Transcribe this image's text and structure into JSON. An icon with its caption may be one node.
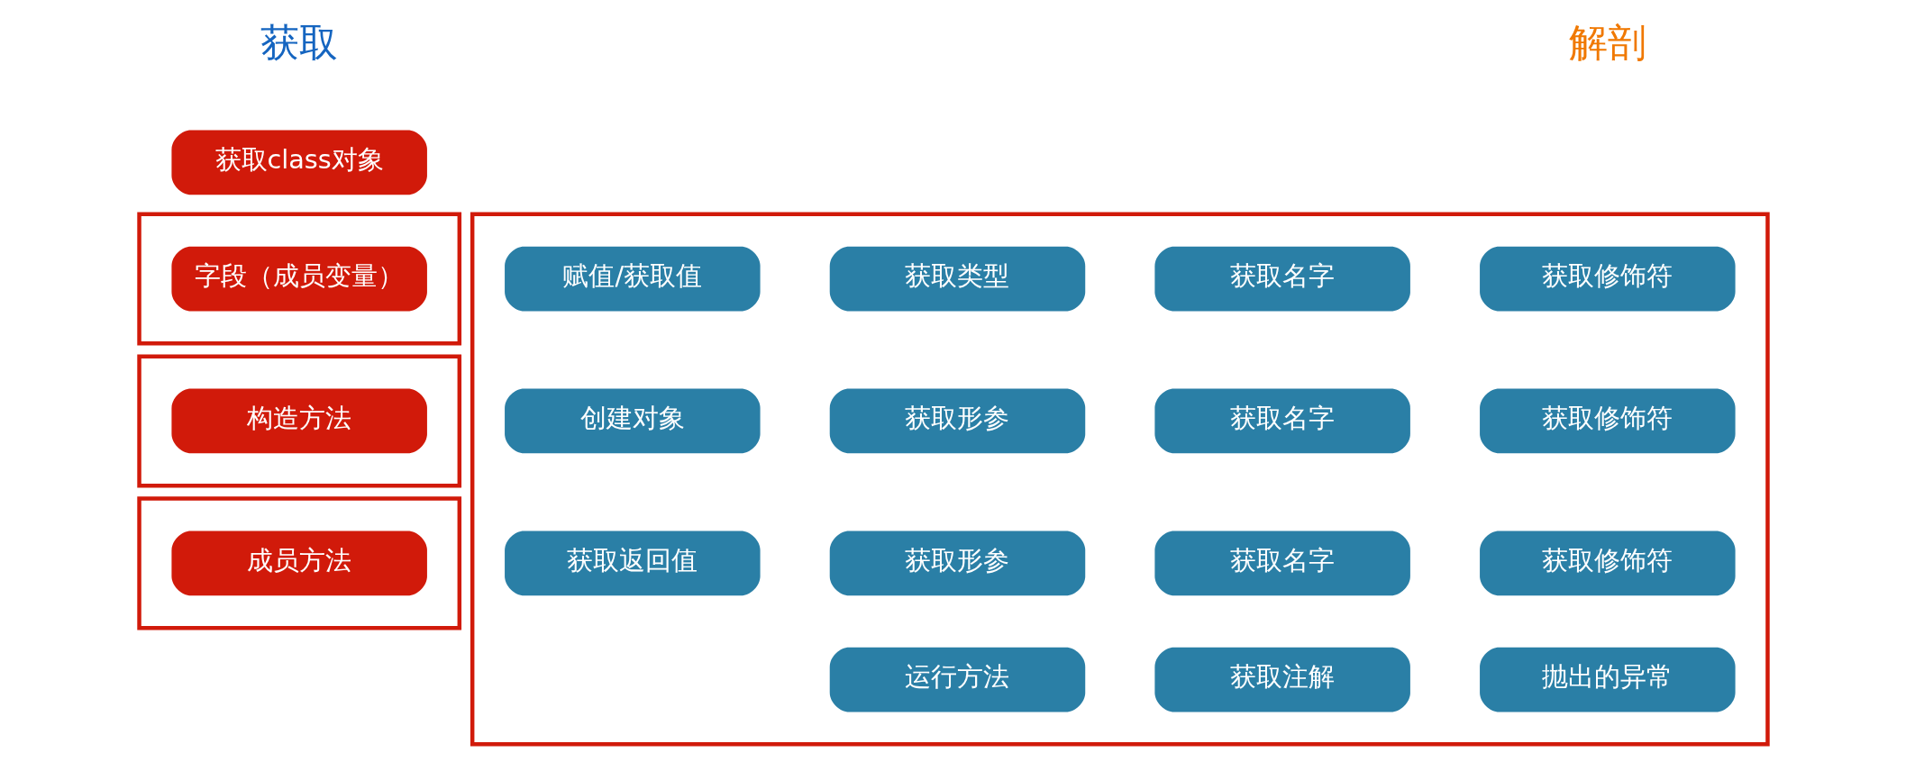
{
  "diagram": {
    "nodes": [
      {
        "text": [
          "获取class对象"
        ]
      },
      {
        "text": [],
        "shape": "box"
      },
      {
        "text": [
          "字段（成员变量）"
        ],
        "in": 1
      },
      {
        "text": [],
        "shape": "box"
      },
      {
        "text": [
          "构造方法"
        ],
        "in": 3
      },
      {
        "text": [],
        "shape": "box"
      },
      {
        "text": [
          "成员方法"
        ],
        "in": 5
      },
      {
        "text": [],
        "shape": "box"
      },
      {
        "text": [
          "获取修饰符"
        ],
        "in": 7
      },
      {
        "text": [
          "获取名字"
        ],
        "in": 7
      },
      {
        "text": [
          "获取类型"
        ],
        "in": 7
      },
      {
        "text": [
          "赋值/获取值"
        ],
        "in": 7
      },
      {
        "text": [
          "获取修饰符"
        ],
        "in": 7
      },
      {
        "text": [
          "获取名字"
        ],
        "in": 7
      },
      {
        "text": [
          "获取形参"
        ],
        "in": 7
      },
      {
        "text": [
          "创建对象"
        ],
        "in": 7
      },
      {
        "text": [
          "获取修饰符"
        ],
        "in": 7
      },
      {
        "text": [
          "获取名字"
        ],
        "in": 7
      },
      {
        "text": [
          "获取形参"
        ],
        "in": 7
      },
      {
        "text": [
          "获取返回值"
        ],
        "in": 7
      },
      {
        "text": [
          "抛出的异常"
        ],
        "in": 7
      },
      {
        "text": [
          "获取注解"
        ],
        "in": 7
      },
      {
        "text": [
          "运行方法"
        ],
        "in": 7
      }
    ],
    "edges": [],
    "labels": [
      "获取",
      "解剖"
    ]
  }
}
